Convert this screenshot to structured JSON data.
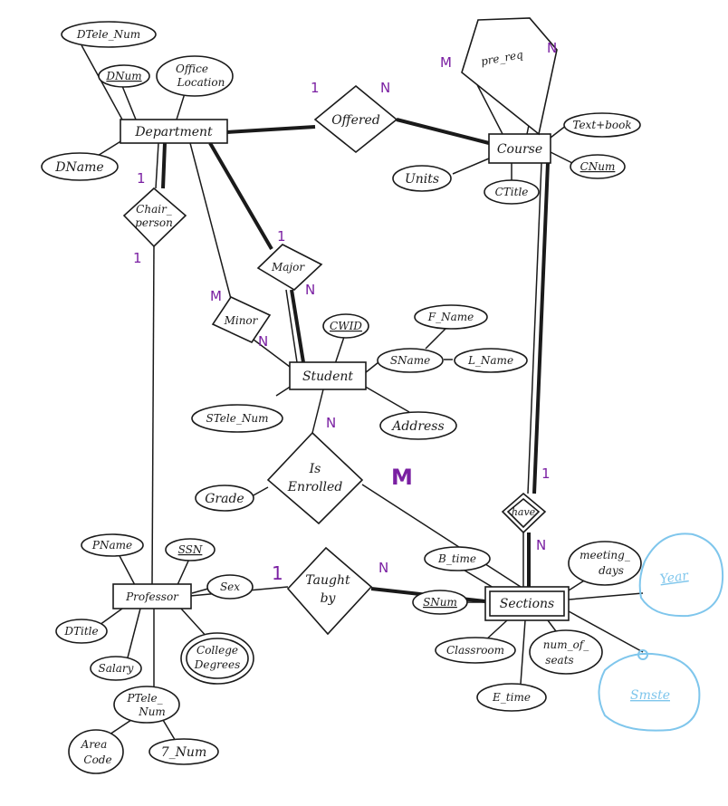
{
  "entities": {
    "department": "Department",
    "course": "Course",
    "student": "Student",
    "professor": "Professor",
    "sections": "Sections"
  },
  "relationships": {
    "offered": "Offered",
    "pre_req": "pre_req",
    "chairperson_1": "Chair_",
    "chairperson_2": "person",
    "major": "Major",
    "minor": "Minor",
    "is_enrolled_1": "Is",
    "is_enrolled_2": "Enrolled",
    "taught_by_1": "Taught",
    "taught_by_2": "by",
    "have": "have"
  },
  "attributes": {
    "dtele_num": "DTele_Num",
    "dnum": "DNum",
    "office_location_1": "Office",
    "office_location_2": "Location",
    "dname": "DName",
    "textbook": "Text+book",
    "cnum": "CNum",
    "units": "Units",
    "ctitle": "CTitle",
    "cwid": "CWID",
    "f_name": "F_Name",
    "sname": "SName",
    "l_name": "L_Name",
    "stele_num": "STele_Num",
    "address": "Address",
    "grade": "Grade",
    "pname": "PName",
    "ssn": "SSN",
    "sex": "Sex",
    "dtitle": "DTitle",
    "salary": "Salary",
    "college_degrees_1": "College",
    "college_degrees_2": "Degrees",
    "ptele_num_1": "PTele_",
    "ptele_num_2": "Num",
    "area_code_1": "Area",
    "area_code_2": "Code",
    "seven_num": "7_Num",
    "b_time": "B_time",
    "snum": "SNum",
    "meeting_days_1": "meeting_",
    "meeting_days_2": "days",
    "classroom": "Classroom",
    "num_of_seats_1": "num_of_",
    "num_of_seats_2": "seats",
    "e_time": "E_time",
    "year": "Year",
    "semester": "Smste"
  },
  "cardinalities": {
    "offered_dept": "1",
    "offered_course": "N",
    "prereq_m": "M",
    "prereq_n": "N",
    "chair_dept": "1",
    "chair_prof": "1",
    "major_dept": "1",
    "major_student": "N",
    "minor_dept": "M",
    "minor_student": "N",
    "enrolled_student": "N",
    "enrolled_sections": "M",
    "have_course": "1",
    "have_sections": "N",
    "taught_prof": "1",
    "taught_sections": "N"
  },
  "colors": {
    "ink": "#1a1a1a",
    "cardinality": "#7a1fa2",
    "annotation": "#7fc6ec"
  }
}
